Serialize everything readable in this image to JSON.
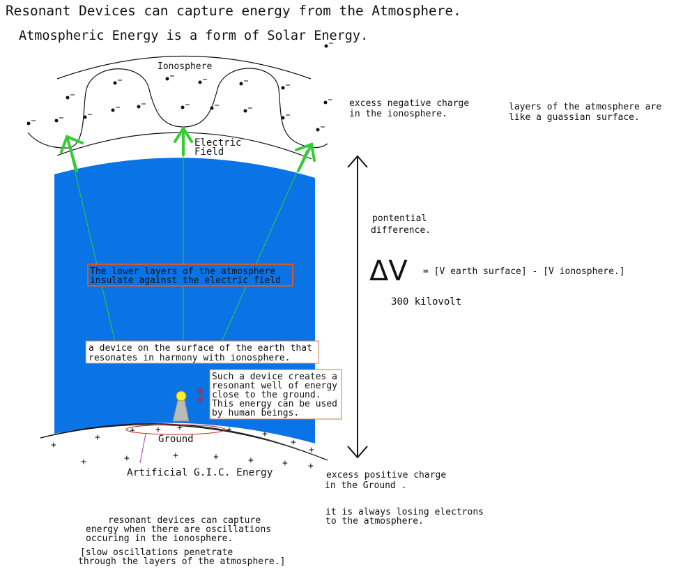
{
  "title": "Resonant Devices can capture energy from the Atmosphere.",
  "subtitle": "Atmospheric Energy is a form of Solar Energy.",
  "labels": {
    "ionosphere": "Ionosphere",
    "electric_field": [
      "Electric",
      "Field"
    ],
    "negative_charge": [
      "excess negative charge",
      "in the ionosphere."
    ],
    "gaussian": [
      "layers of the atmosphere are",
      "like a guassian surface."
    ],
    "potential": [
      "pontential",
      "difference."
    ],
    "delta_v": "ΔV",
    "equation": "= [V earth surface] - [V ionosphere.]",
    "voltage": "300 kilovolt",
    "insulate": [
      "The lower layers of the atmosphere",
      "insulate  against the electric field"
    ],
    "device": [
      "a device on the surface of the earth that",
      " resonates in harmony with ionosphere."
    ],
    "well": [
      "Such a device creates a",
      "resonant well of energy",
      "close to the ground.",
      "This energy can be used",
      "by human beings."
    ],
    "ground": "Ground",
    "gic": "Artificial G.I.C. Energy",
    "positive_charge": [
      "excess positive charge",
      "in the Ground ."
    ],
    "losing": [
      "it is always losing electrons",
      "  to the atmosphere."
    ],
    "oscillations": [
      "resonant devices can capture",
      "energy when there are oscillations",
      "occuring in the ionosphere."
    ],
    "slow": [
      "[slow oscillations penetrate",
      "through the layers of the atmosphere.]"
    ]
  },
  "colors": {
    "atmosphere": "#0a74e6",
    "field_arrow": "#33cc33",
    "box_border": "#c87a4a",
    "insulate_border": "#d05a2a",
    "gic_ellipse": "#cc2222",
    "device_light": "#ffee33"
  }
}
